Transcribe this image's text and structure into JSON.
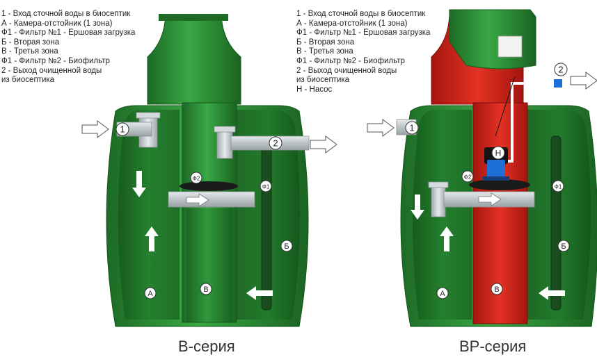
{
  "legend_left": [
    "1 - Вход сточной воды в биосептик",
    "А - Камера-отстойник (1 зона)",
    "Ф1 - Фильтр №1 - Ершовая загрузка",
    "Б - Вторая зона",
    "В - Третья зона",
    "Ф1 - Фильтр №2 - Биофильтр",
    "2 - Выход очищенной воды",
    "из биосептика"
  ],
  "legend_right": [
    "1 - Вход сточной воды в биосептик",
    "А - Камера-отстойник (1 зона)",
    "Ф1 - Фильтр №1 - Ершовая загрузка",
    "Б - Вторая зона",
    "В - Третья зона",
    "Ф1 - Фильтр №2 - Биофильтр",
    "2 - Выход очищенной воды",
    "из биосептика",
    "Н - Насос"
  ],
  "captions": {
    "left": "В-серия",
    "right": "ВР-серия"
  },
  "labels": {
    "inlet": "1",
    "outlet": "2",
    "filter1": "Ф1",
    "filter2": "Ф2",
    "zone_a": "А",
    "zone_b": "Б",
    "zone_v": "В",
    "pump": "Н"
  },
  "colors": {
    "tank_green": "#2f9a3a",
    "tank_dark": "#14591c",
    "chamber_red": "#d8261c",
    "pipe": "#c9d0d3",
    "pump_blue": "#1f6fd8"
  }
}
